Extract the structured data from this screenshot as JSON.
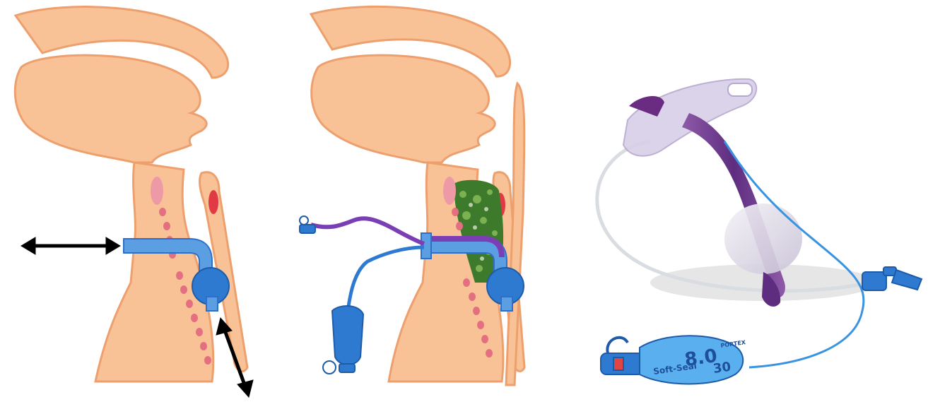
{
  "colors": {
    "skin": "#f9c196",
    "skin_outline": "#eda06e",
    "airway_pink": "#ee9aa6",
    "cartilage": "#e36f80",
    "vessel_red": "#e23a44",
    "tube_blue": "#5b9fe2",
    "tube_blue_dark": "#2f6fc7",
    "pilot_purple": "#7b3fb5",
    "tissue_green": "#3e7a2c",
    "arrow_black": "#000000",
    "flange_clear": "#d8cfe8",
    "cuff_frost": "#e9e6ef"
  },
  "icons": {
    "horizontal_arrow": "double-headed-arrow",
    "diagonal_arrow": "double-headed-arrow"
  },
  "product_label": {
    "size": "8.0",
    "model": "Soft-Seal",
    "secondary": "30",
    "brand": "PORTEX"
  }
}
